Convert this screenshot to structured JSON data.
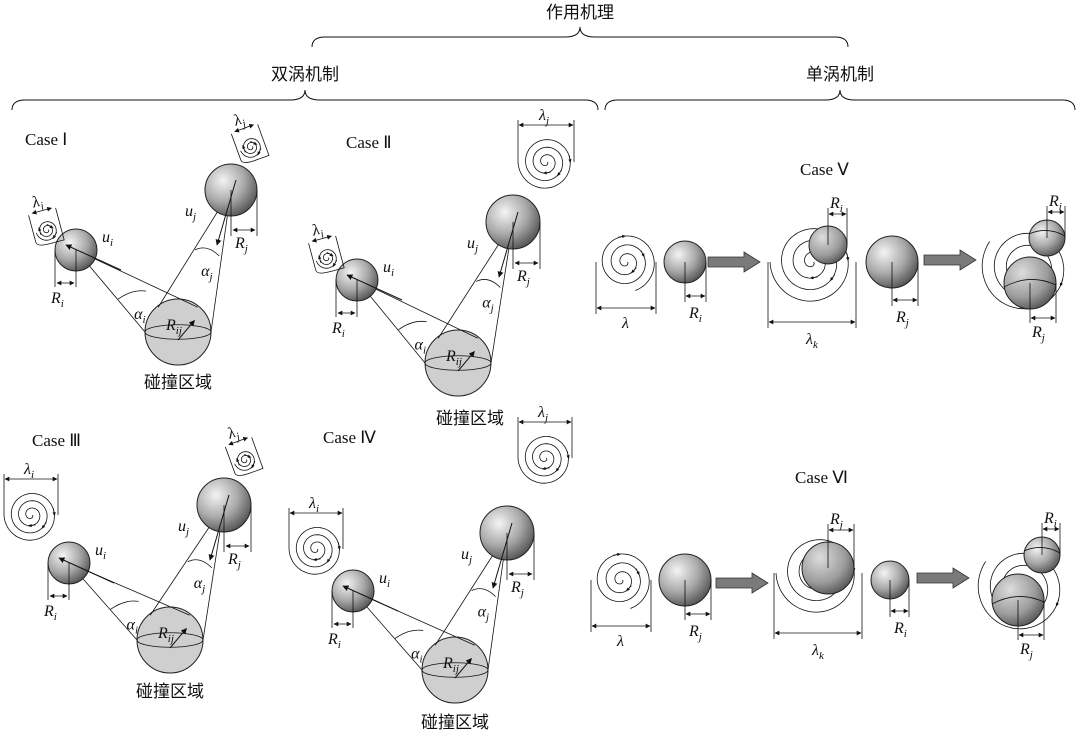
{
  "labels": {
    "mechanism": "作用机理",
    "double_vortex": "双涡机制",
    "single_vortex": "单涡机制",
    "collision_region": "碰撞区域"
  },
  "cases": {
    "c1": "Case Ⅰ",
    "c2": "Case Ⅱ",
    "c3": "Case Ⅲ",
    "c4": "Case Ⅳ",
    "c5": "Case Ⅴ",
    "c6": "Case Ⅵ"
  },
  "symbols": {
    "R": "R",
    "u": "u",
    "alpha": "α",
    "lambda": "λ",
    "i": "i",
    "j": "j",
    "ij": "ij",
    "k": "k"
  },
  "colors": {
    "ink": "#111111",
    "sphere_light": "#f2f2f2",
    "sphere_dark": "#555555",
    "collision_fill": "#cfcfcf",
    "arrow_fill": "#7a7a7a"
  }
}
